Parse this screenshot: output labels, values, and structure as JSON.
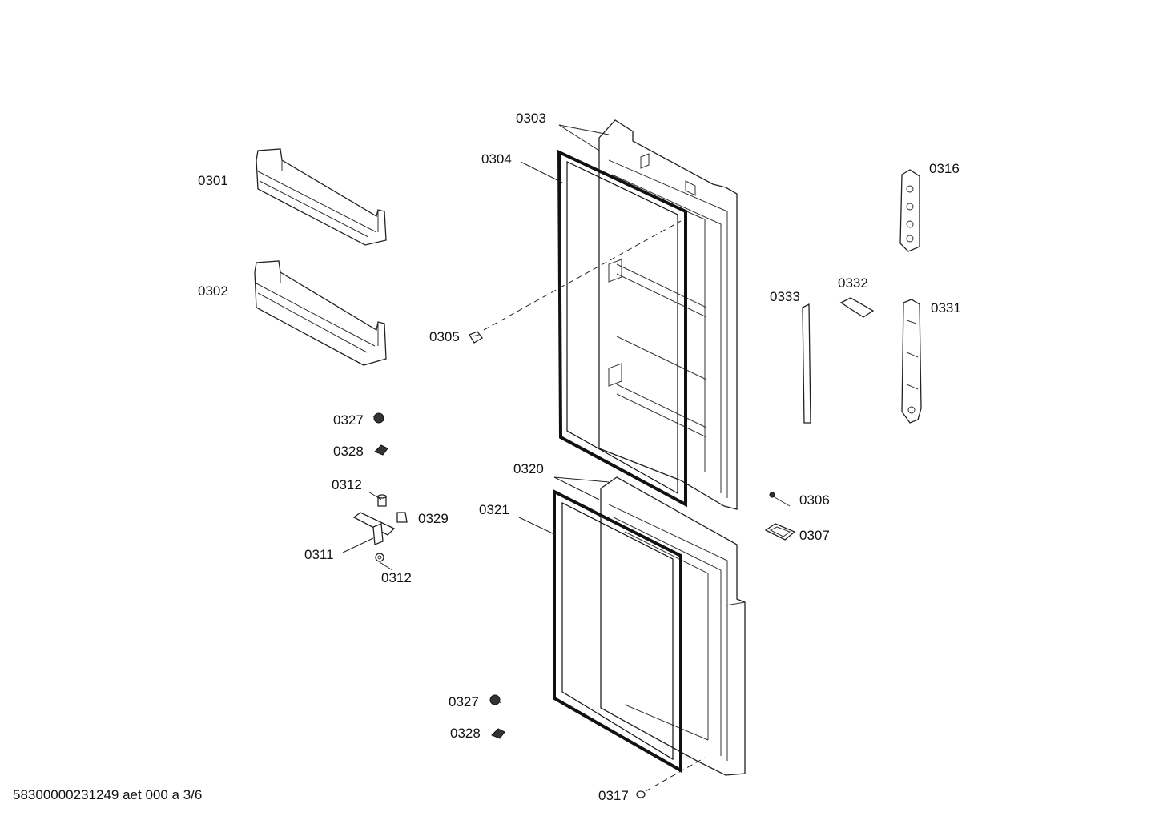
{
  "footer": {
    "document_id": "58300000231249 aet 000 a 3/6"
  },
  "labels": {
    "p0301": "0301",
    "p0302": "0302",
    "p0303": "0303",
    "p0304": "0304",
    "p0305": "0305",
    "p0306": "0306",
    "p0307": "0307",
    "p0311": "0311",
    "p0312a": "0312",
    "p0312b": "0312",
    "p0316": "0316",
    "p0317": "0317",
    "p0320": "0320",
    "p0321": "0321",
    "p0327a": "0327",
    "p0327b": "0327",
    "p0328a": "0328",
    "p0328b": "0328",
    "p0329": "0329",
    "p0331": "0331",
    "p0332": "0332",
    "p0333": "0333"
  }
}
